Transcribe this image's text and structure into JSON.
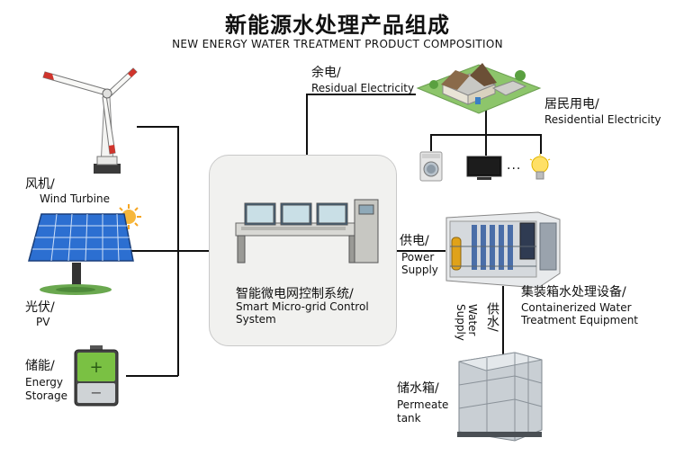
{
  "title": {
    "zh": "新能源水处理产品组成",
    "en": "NEW ENERGY WATER TREATMENT PRODUCT COMPOSITION"
  },
  "left": {
    "wind": {
      "zh": "风机/",
      "en": "Wind Turbine"
    },
    "pv": {
      "zh": "光伏/",
      "en": "PV"
    },
    "storage": {
      "zh": "储能/",
      "en_line1": "Energy",
      "en_line2": "Storage"
    }
  },
  "hub": {
    "zh": "智能微电网控制系统/",
    "en_line1": "Smart Micro-grid Control",
    "en_line2": "System"
  },
  "right": {
    "residual": {
      "zh": "余电/",
      "en": "Residual Electricity"
    },
    "residential": {
      "zh": "居民用电/",
      "en": "Residential Electricity"
    },
    "appliances": {
      "dots": "···"
    },
    "power_supply": {
      "zh": "供电/",
      "en_line1": "Power",
      "en_line2": "Supply"
    },
    "container": {
      "zh": "集装箱水处理设备/",
      "en_line1": "Containerized Water",
      "en_line2": "Treatment Equipment"
    },
    "water_supply": {
      "zh": "供水/",
      "en_line1": "Water",
      "en_line2": "Supply"
    },
    "tank": {
      "zh": "储水箱/",
      "en_line1": "Permeate",
      "en_line2": "tank"
    }
  },
  "colors": {
    "line": "#111111",
    "panel_blue": "#2c6fd1",
    "battery_green": "#7ac143",
    "sun": "#f6a623",
    "hub_bg": "#f1f1ef"
  }
}
